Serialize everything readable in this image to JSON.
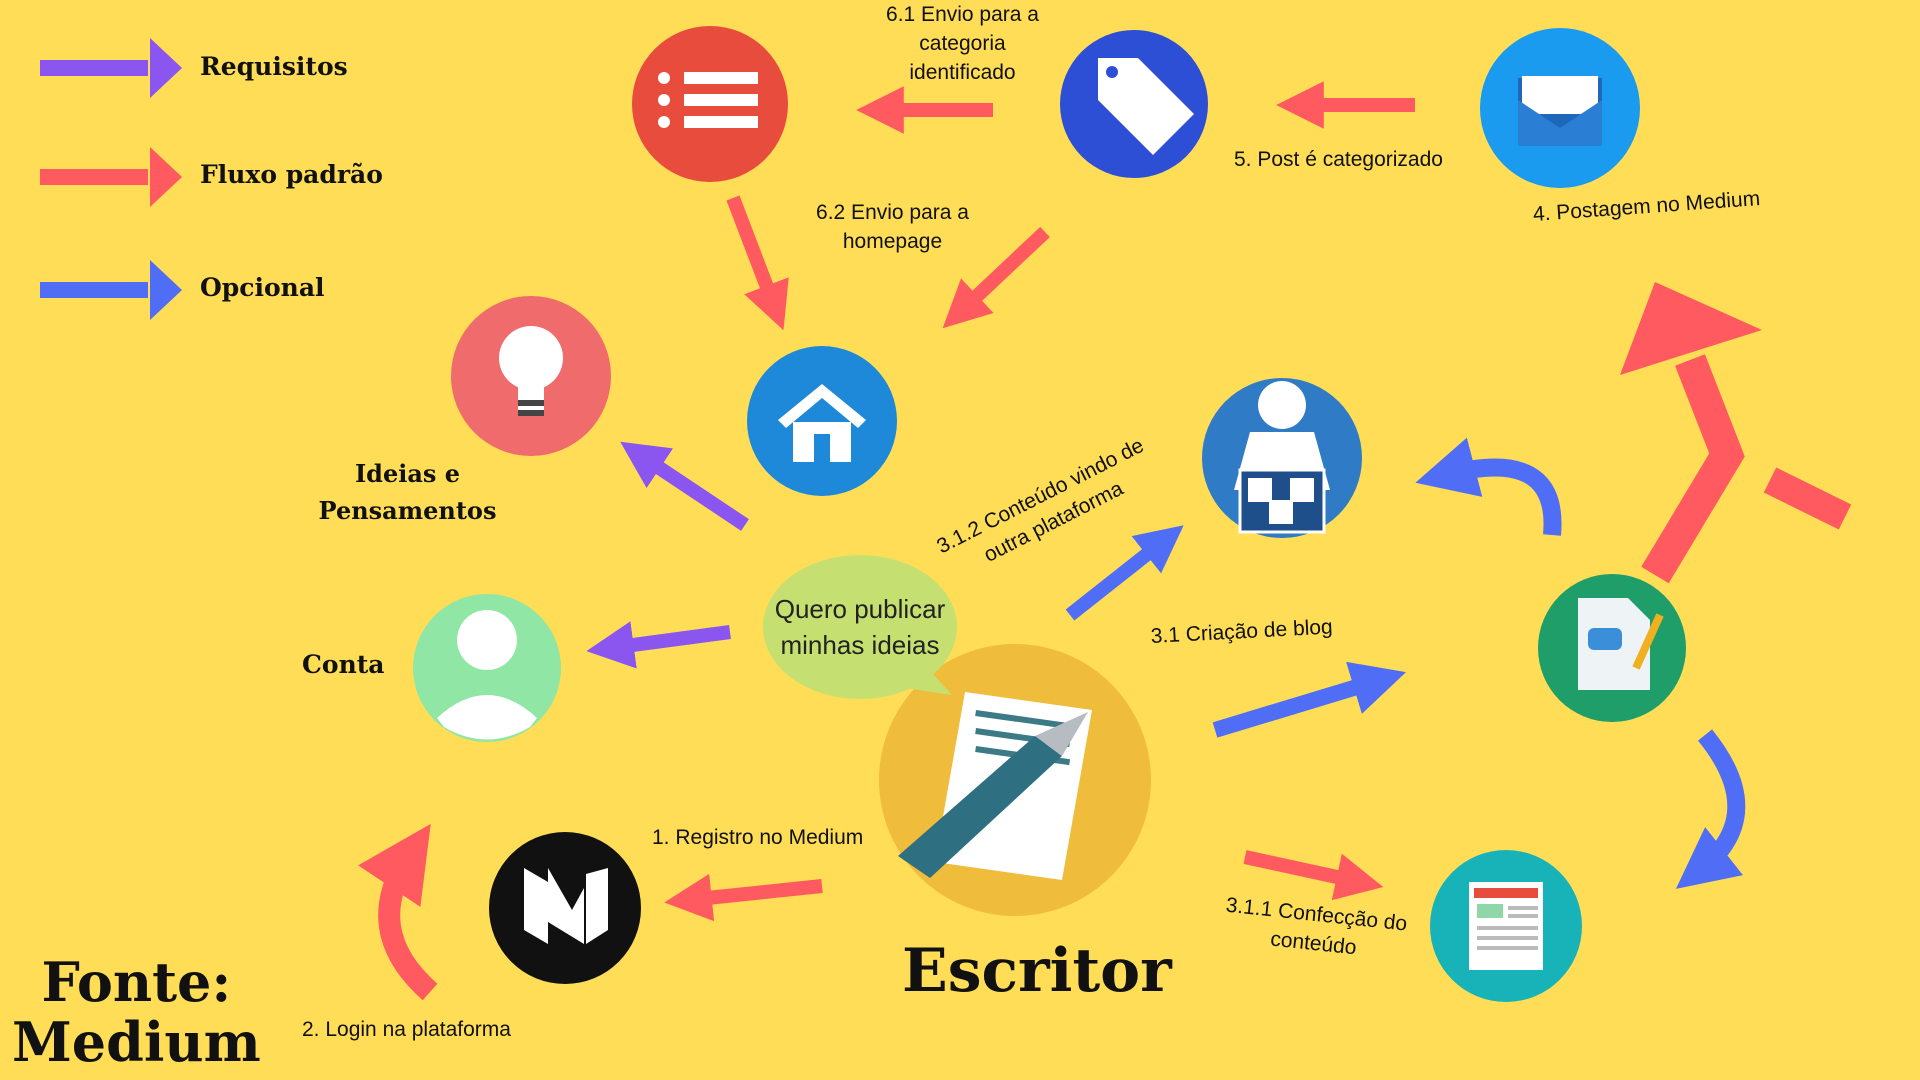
{
  "legend": {
    "requisitos": "Requisitos",
    "fluxo_padrao": "Fluxo padrão",
    "opcional": "Opcional"
  },
  "colors": {
    "background": "#ffdd57",
    "requisitos": "#8b55f0",
    "fluxo_padrao": "#ff5a5f",
    "opcional": "#4f6df5"
  },
  "center": {
    "bubble_line1": "Quero publicar",
    "bubble_line2": "minhas ideias",
    "title": "Escritor"
  },
  "nodes": {
    "ideias_line1": "Ideias e",
    "ideias_line2": "Pensamentos",
    "conta": "Conta"
  },
  "steps": {
    "s1": "1. Registro no Medium",
    "s2": "2. Login na plataforma",
    "s3_1": "3.1 Criação de blog",
    "s3_1_1_line1": "3.1.1 Confecção do",
    "s3_1_1_line2": "conteúdo",
    "s3_1_2_line1": "3.1.2 Conteúdo vindo de",
    "s3_1_2_line2": "outra plataforma",
    "s4": "4. Postagem no Medium",
    "s5": "5. Post é categorizado",
    "s6_1_line1": "6.1 Envio para a",
    "s6_1_line2": "categoria",
    "s6_1_line3": "identificado",
    "s6_2_line1": "6.2 Envio para a",
    "s6_2_line2": "homepage"
  },
  "source": {
    "line1": "Fonte:",
    "line2": "Medium"
  }
}
